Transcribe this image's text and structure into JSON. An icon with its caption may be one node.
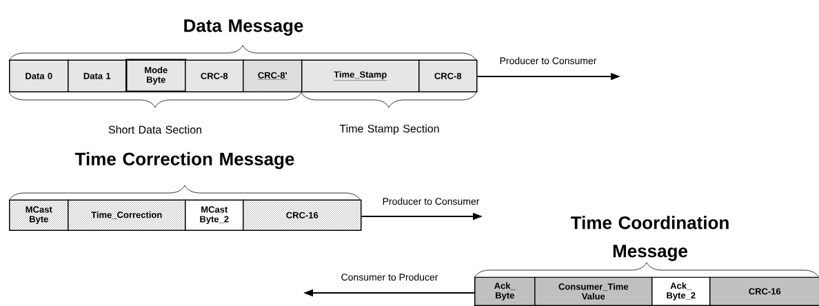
{
  "diagram": {
    "nodes": [
      {
        "text": [
          "Data 0"
        ]
      },
      {
        "text": [
          "Data 1"
        ]
      },
      {
        "text": [
          "Mode Byte"
        ]
      },
      {
        "text": [
          "CRC-8"
        ]
      },
      {
        "text": [
          "CRC-8'"
        ]
      },
      {
        "text": [
          "Time_Stamp"
        ]
      },
      {
        "text": [
          "CRC-8"
        ]
      },
      {
        "text": [
          "MCast Byte"
        ]
      },
      {
        "text": [
          "Time_Correction"
        ]
      },
      {
        "text": [
          "MCast Byte_2"
        ]
      },
      {
        "text": [
          "CRC-16"
        ]
      },
      {
        "text": [
          "Ack_ Byte"
        ]
      },
      {
        "text": [
          "Consumer_Time Value"
        ]
      },
      {
        "text": [
          "Ack_ Byte_2"
        ]
      },
      {
        "text": [
          "CRC-16"
        ]
      }
    ],
    "edges": [
      {
        "from": 6,
        "to": null,
        "arrow": "to",
        "label": "Producer to Consumer"
      },
      {
        "from": 10,
        "to": null,
        "arrow": "to",
        "label": "Producer to Consumer"
      },
      {
        "from": 11,
        "to": null,
        "arrow": "to",
        "label": "Consumer to Producer"
      }
    ],
    "labels": [
      "Data Message",
      "Short Data Section",
      "Time Stamp Section",
      "Time Correction Message",
      "Time Coordination Message"
    ]
  }
}
